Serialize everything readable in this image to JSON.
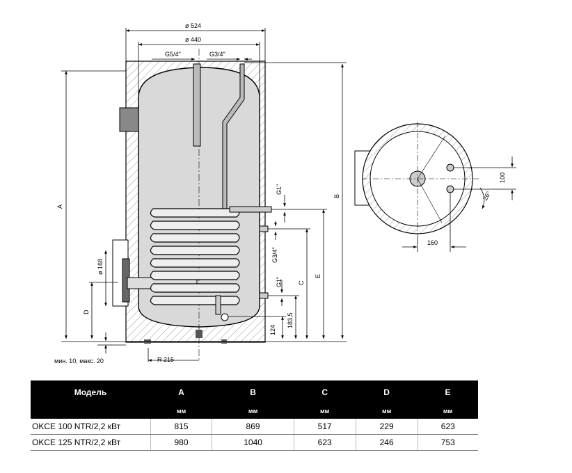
{
  "drawing": {
    "dims": {
      "outer_diameter": "ø 524",
      "inner_diameter": "ø 440",
      "g54": "G5/4\"",
      "g34_top": "G3/4\"",
      "g1_top": "G1\"",
      "g34_mid": "G3/4\"",
      "g1_low": "G1\"",
      "d168": "ø 168",
      "label_a": "A",
      "label_b": "B",
      "label_c": "C",
      "label_d": "D",
      "label_e": "E",
      "h124": "124",
      "h1835": "183,5",
      "r215": "R 215",
      "min_max": "мин. 10, макс. 20",
      "d100": "100",
      "angle26": "26°",
      "w160": "160"
    }
  },
  "table": {
    "headers": [
      "Модель",
      "A",
      "B",
      "C",
      "D",
      "E"
    ],
    "units": [
      "",
      "мм",
      "мм",
      "мм",
      "мм",
      "мм"
    ],
    "rows": [
      [
        "OKCE 100 NTR/2,2 кВт",
        "815",
        "869",
        "517",
        "229",
        "623"
      ],
      [
        "OKCE 125 NTR/2,2 кВт",
        "980",
        "1040",
        "623",
        "246",
        "753"
      ]
    ]
  }
}
